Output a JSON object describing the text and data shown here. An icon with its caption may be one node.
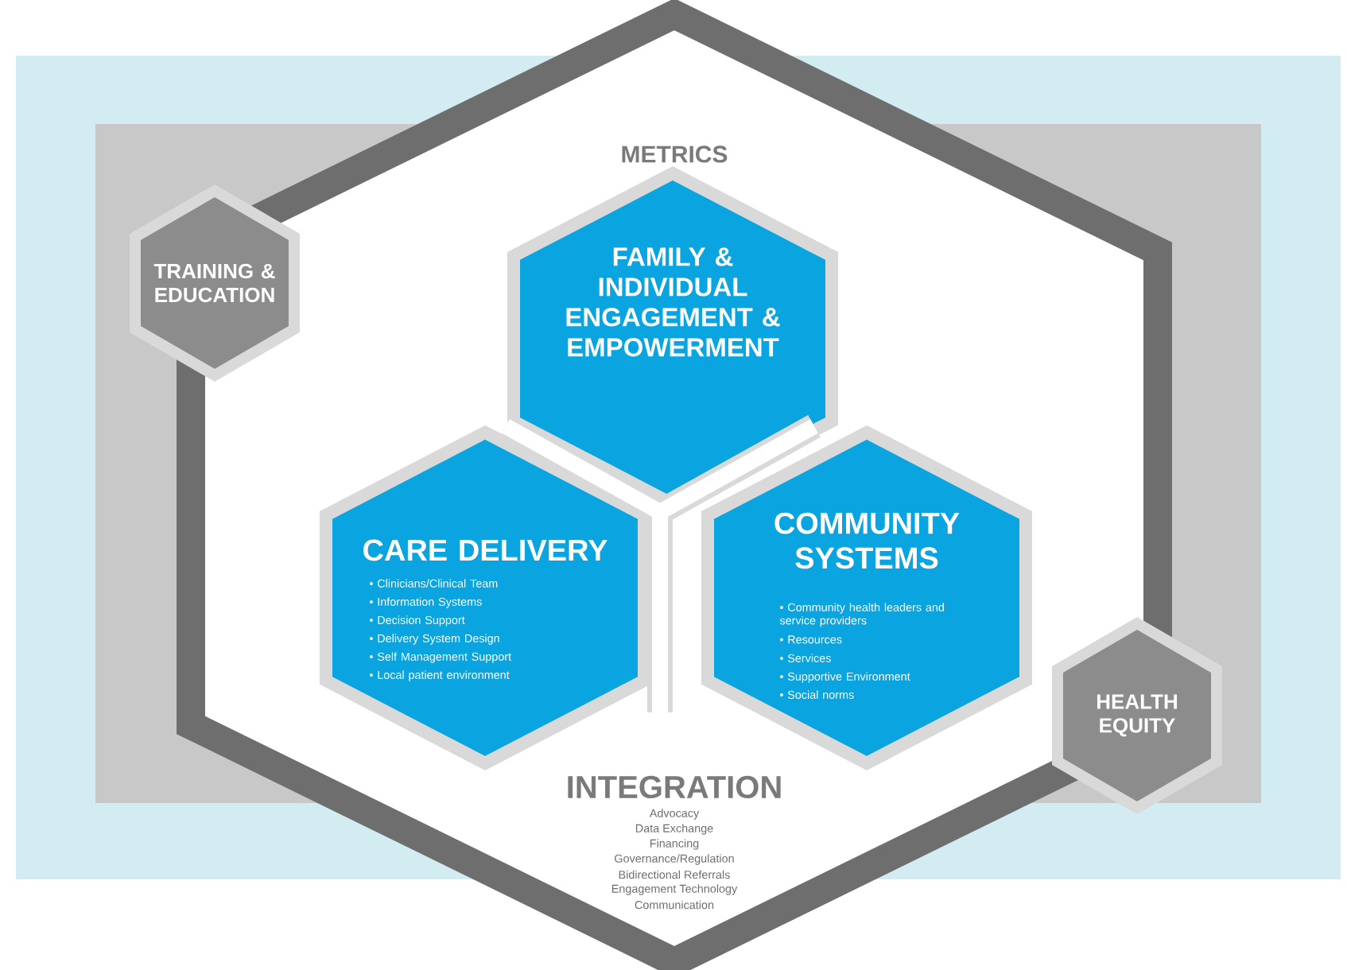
{
  "diagram": {
    "nodes": [
      {
        "text": [
          "METRICS",
          "INTEGRATION",
          "Advocacy",
          "Data Exchange",
          "Financing",
          "Governance/Regulation",
          "Bidirectional Referrals",
          "Engagement Technology",
          "Communication"
        ]
      },
      {
        "text": [
          "TRAINING & EDUCATION"
        ]
      },
      {
        "text": [
          "HEALTH EQUITY"
        ]
      },
      {
        "text": [
          "FAMILY & INDIVIDUAL ENGAGEMENT & EMPOWERMENT"
        ],
        "in": 0
      },
      {
        "text": [
          "CARE DELIVERY",
          "• Clinicians/Clinical Team",
          "• Information Systems",
          "• Decision Support",
          "• Delivery System Design",
          "• Self Management Support",
          "• Local patient environment"
        ],
        "in": 0
      },
      {
        "text": [
          "COMMUNITY SYSTEMS",
          "• Community health leaders and service providers",
          "• Resources",
          "• Services",
          "• Supportive Environment",
          "• Social norms"
        ],
        "in": 0
      }
    ]
  }
}
